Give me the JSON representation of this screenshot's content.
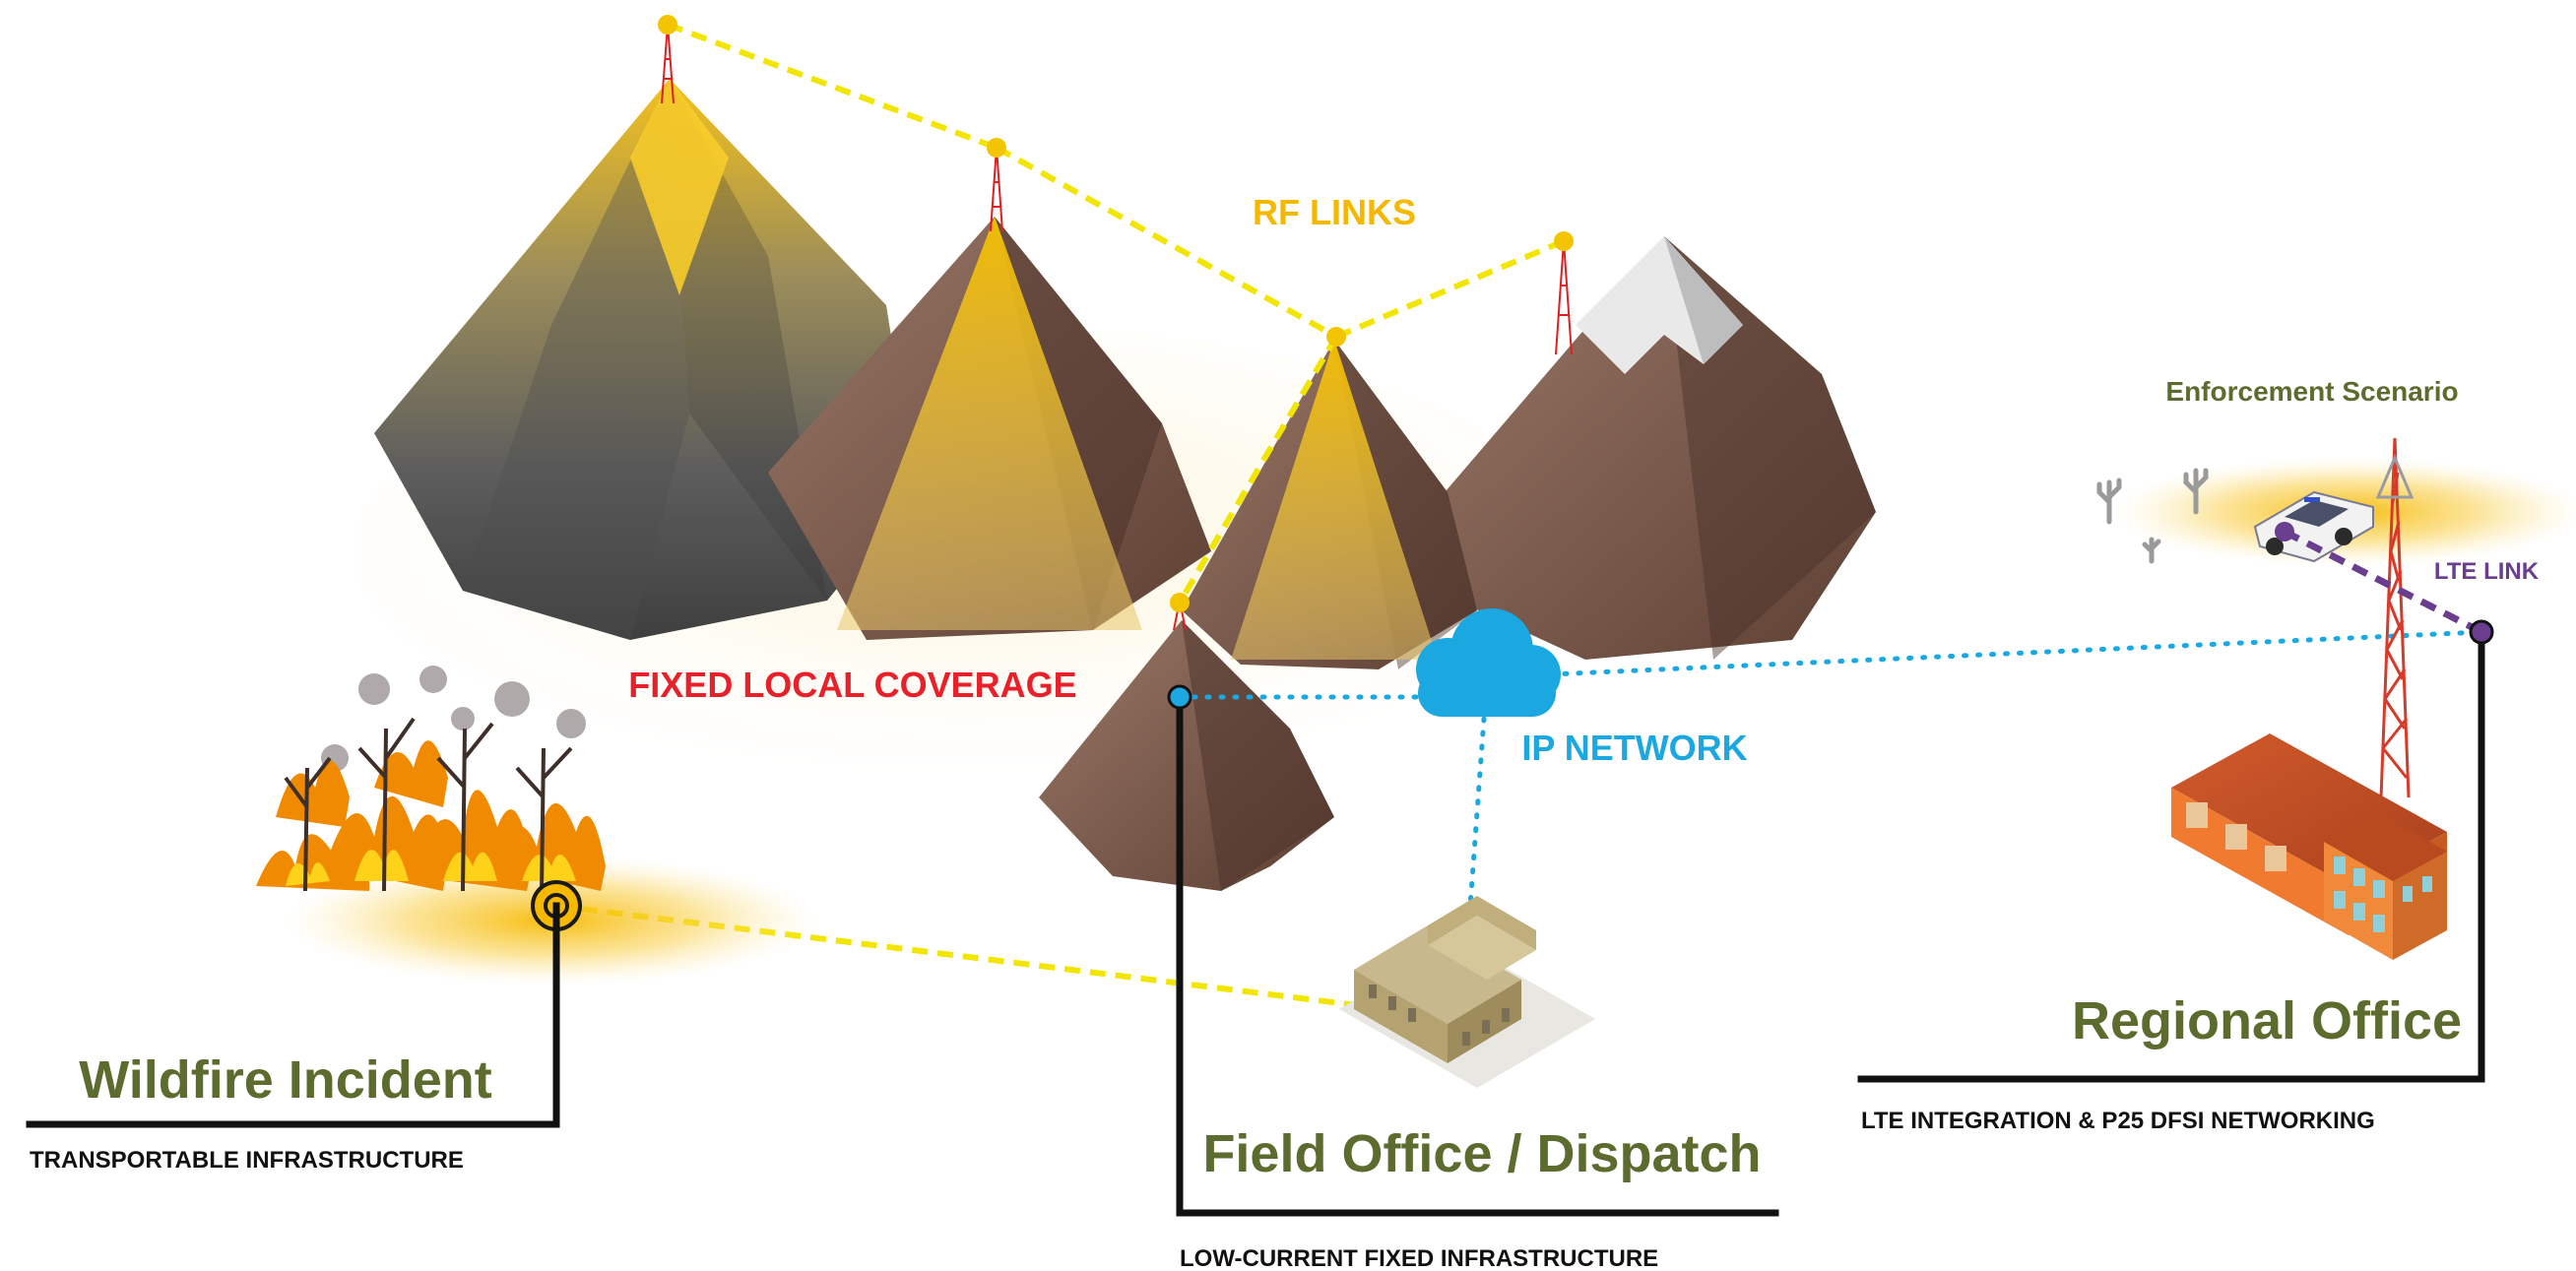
{
  "labels": {
    "rf_links": "RF LINKS",
    "fixed_local_coverage": "FIXED LOCAL COVERAGE",
    "ip_network": "IP NETWORK",
    "enforcement_scenario": "Enforcement Scenario",
    "lte_link": "LTE LINK"
  },
  "sites": {
    "wildfire": {
      "title": "Wildfire Incident",
      "subtitle": "TRANSPORTABLE INFRASTRUCTURE"
    },
    "field_office": {
      "title": "Field Office / Dispatch",
      "subtitle": "LOW-CURRENT FIXED INFRASTRUCTURE"
    },
    "regional_office": {
      "title": "Regional Office",
      "subtitle": "LTE INTEGRATION & P25 DFSI NETWORKING"
    }
  },
  "colors": {
    "rf_link": "#f2e600",
    "coverage_gold": "#f7b900",
    "rf_label": "#f5b800",
    "fixed_coverage_label": "#e8202a",
    "ip_network": "#1ba8e0",
    "site_title": "#5c6b2e",
    "enforcement_label": "#5c6b2e",
    "lte_link": "#6a3d8f",
    "connector_line": "#111111",
    "subtitle": "#111111"
  }
}
